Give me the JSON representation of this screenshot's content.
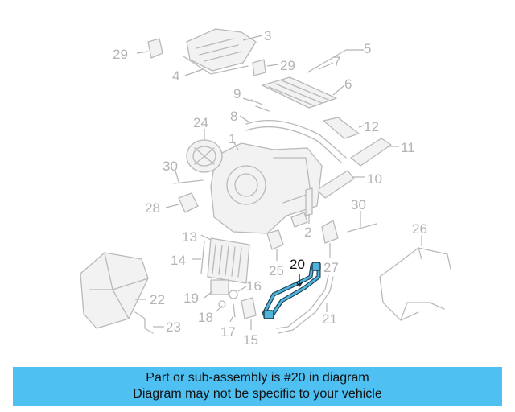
{
  "callouts": {
    "c1": "1",
    "c2": "2",
    "c3": "3",
    "c4": "4",
    "c5": "5",
    "c6": "6",
    "c7": "7",
    "c8": "8",
    "c9": "9",
    "c10": "10",
    "c11": "11",
    "c12": "12",
    "c13": "13",
    "c14": "14",
    "c15": "15",
    "c16": "16",
    "c17": "17",
    "c18": "18",
    "c19": "19",
    "c20": "20",
    "c21": "21",
    "c22": "22",
    "c23": "23",
    "c24": "24",
    "c25": "25",
    "c26": "26",
    "c27": "27",
    "c28": "28",
    "c29a": "29",
    "c29b": "29",
    "c30a": "30",
    "c30b": "30"
  },
  "highlighted_part": "20",
  "colors": {
    "banner": "#4ec0f2",
    "highlight": "#4fb3dc",
    "line_art": "#b9b9b9"
  },
  "banner": {
    "line1": "Part or sub-assembly is #20 in diagram",
    "line2": "Diagram may not be specific to your vehicle"
  }
}
